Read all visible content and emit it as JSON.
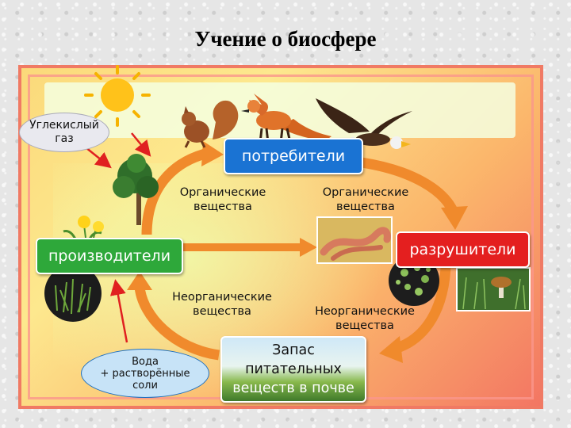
{
  "title": "Учение о биосфере",
  "nodes": {
    "consumers": "потребители",
    "producers": "производители",
    "decomposers": "разрушители",
    "soil": {
      "line1": "Запас",
      "line2": "питательных",
      "line3": "веществ в почве"
    }
  },
  "annotations": {
    "co2": {
      "line1": "Углекислый",
      "line2": "газ"
    },
    "water": {
      "line1": "Вода",
      "line2": "+ растворённые",
      "line3": "соли"
    },
    "organic_left": {
      "line1": "Органические",
      "line2": "вещества"
    },
    "organic_right": {
      "line1": "Органические",
      "line2": "вещества"
    },
    "inorganic_left": {
      "line1": "Неорганические",
      "line2": "вещества"
    },
    "inorganic_right": {
      "line1": "Неорганические",
      "line2": "вещества"
    }
  },
  "icons": [
    "sun-icon",
    "squirrel-icon",
    "fox-icon",
    "eagle-icon",
    "tree-icon",
    "dandelion-icon",
    "moss-icon",
    "worms-icon",
    "mold-icon",
    "mushroom-icon"
  ],
  "colors": {
    "consumers": "#1a73d3",
    "producers": "#2ea83a",
    "decomposers": "#e41f1f",
    "cycle_arrow": "#f08a2c",
    "red_arrow": "#e02020"
  }
}
